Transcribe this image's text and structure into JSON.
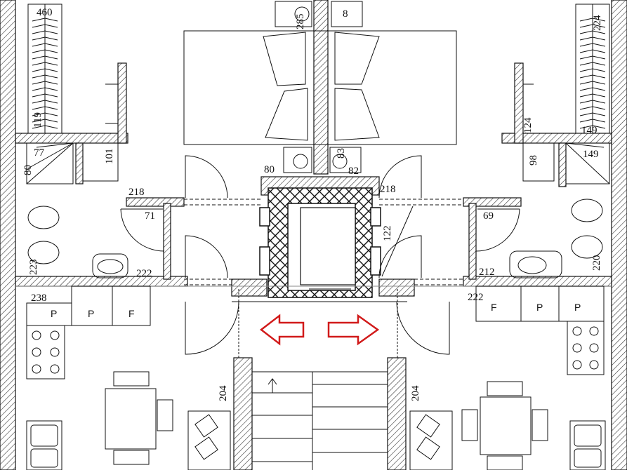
{
  "dimensions": {
    "d460": "460",
    "d119": "119",
    "d77": "77",
    "d80_left": "80",
    "d101": "101",
    "d218_left": "218",
    "d71": "71",
    "d223": "223",
    "d222_left": "222",
    "d238": "238",
    "d285": "285",
    "d8": "8",
    "d80_mid": "80",
    "d83": "83",
    "d82": "82",
    "d218_right": "218",
    "d122": "122",
    "d224": "224",
    "d124": "124",
    "d149_top": "149",
    "d98": "98",
    "d149_bath": "149",
    "d69": "69",
    "d220": "220",
    "d212": "212",
    "d222_right": "222",
    "d204_left": "204",
    "d204_right": "204"
  },
  "fixture_labels": {
    "p": "P",
    "f": "F"
  },
  "colors": {
    "arrow": "#d11a1a",
    "line": "#111111",
    "hatch": "#333333"
  }
}
